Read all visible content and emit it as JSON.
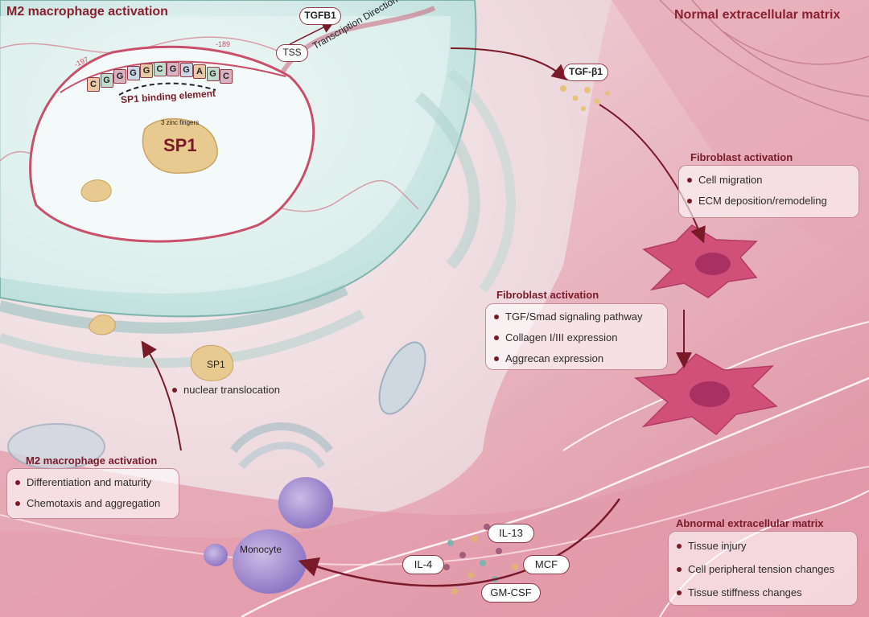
{
  "titles": {
    "top_left": "M2 macrophage activation",
    "top_right": "Normal extracellular matrix"
  },
  "dna_labels": {
    "tgfb1": "TGFB1",
    "tss": "TSS",
    "transcription_direction": "Transcription Direction",
    "pos_left": "-197",
    "pos_right": "-189",
    "binding_sequence": [
      "C",
      "G",
      "G",
      "G",
      "G",
      "C",
      "G",
      "G",
      "A",
      "G",
      "C"
    ],
    "binding_element": "SP1 binding element",
    "zinc_fingers": "3 zinc fingers",
    "sp1_large": "SP1",
    "sp1_small": "SP1",
    "nuclear_translocation": "nuclear translocation"
  },
  "tgf_label": "TGF-β1",
  "fibroblast_box_top": {
    "title": "Fibroblast activation",
    "items": [
      "Cell migration",
      "ECM deposition/remodeling"
    ]
  },
  "fibroblast_box_mid": {
    "title": "Fibroblast activation",
    "items": [
      "TGF/Smad signaling pathway",
      "Collagen I/III expression",
      "Aggrecan expression"
    ]
  },
  "m2_box": {
    "title": "M2 macrophage activation",
    "items": [
      "Differentiation and maturity",
      "Chemotaxis and aggregation"
    ]
  },
  "abnormal_box": {
    "title": "Abnormal extracellular matrix",
    "items": [
      "Tissue injury",
      "Cell peripheral tension changes",
      "Tissue stiffness changes"
    ]
  },
  "cytokines": {
    "il13": "IL-13",
    "il4": "IL-4",
    "mcf": "MCF",
    "gmcsf": "GM-CSF"
  },
  "monocyte": "Monocyte",
  "colors": {
    "accent": "#8b1f2e",
    "nucleus_fill": "#dff0ee",
    "membrane": "#c94f6a",
    "sp1_fill": "#e8c98f",
    "fibroblast": "#d0507a",
    "monocyte": "#b7a3d6"
  }
}
